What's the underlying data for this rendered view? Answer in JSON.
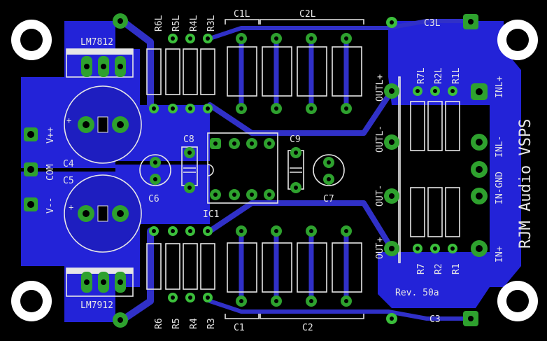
{
  "board": {
    "title": "RJM Audio VSPS",
    "revision": "Rev. 50a"
  },
  "components": {
    "regulators": [
      "LM7812",
      "LM7912"
    ],
    "ic": "IC1",
    "caps_large": [
      "C4",
      "C5"
    ],
    "caps_small": [
      "C6",
      "C7",
      "C8",
      "C9"
    ],
    "caps_film_top": [
      "C1L",
      "C2L"
    ],
    "caps_film_bottom": [
      "C1",
      "C2"
    ],
    "caps_corner": [
      "C3L",
      "C3"
    ],
    "resistors_left_top": [
      "R6L",
      "R5L",
      "R4L",
      "R3L"
    ],
    "resistors_left_bottom": [
      "R6",
      "R5",
      "R4",
      "R3"
    ],
    "resistors_right_top": [
      "R7L",
      "R2L",
      "R1L"
    ],
    "resistors_right_bottom": [
      "R7",
      "R2",
      "R1"
    ]
  },
  "connectors": {
    "power": [
      "V++",
      "COM",
      "V--"
    ],
    "outputs": [
      "OUTL+",
      "OUTL-",
      "OUT-",
      "OUT+"
    ],
    "inputs": [
      "INL+",
      "INL-",
      "IN-GND",
      "IN+"
    ]
  },
  "colors": {
    "background": "#000000",
    "copper_pour": "#2323d8",
    "trace": "#3030c8",
    "pad": "#2ea12e",
    "silkscreen": "#e6e6e6"
  }
}
